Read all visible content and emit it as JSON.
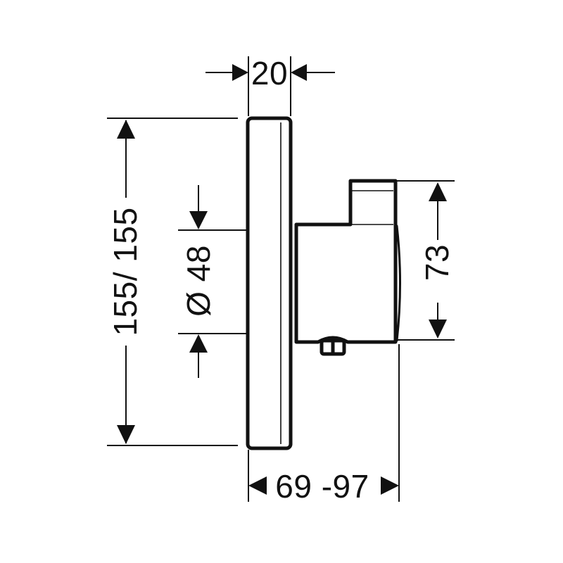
{
  "drawing": {
    "kind": "technical-dimension-drawing-side-view",
    "colors": {
      "line": "#111111",
      "background": "#ffffff"
    },
    "dimensions": {
      "plate_depth": "20",
      "plate_width_height": "155/ 155",
      "handle_diameter": "Ø 48",
      "handle_height": "73",
      "installation_depth_range": "69 -97"
    }
  }
}
